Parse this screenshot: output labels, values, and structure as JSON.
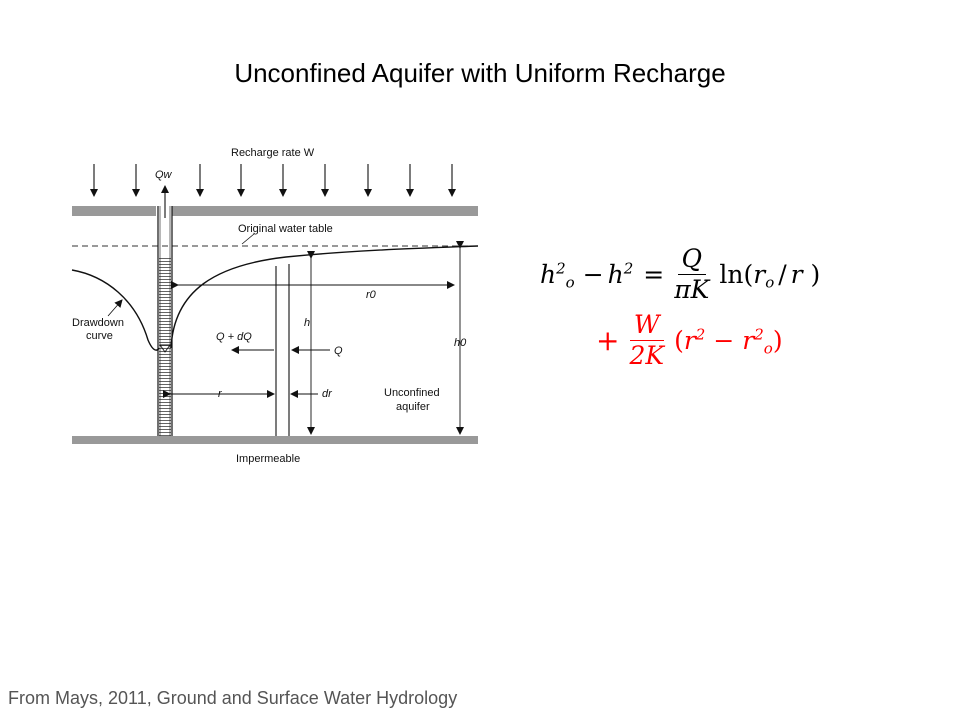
{
  "slide": {
    "title": "Unconfined Aquifer with Uniform Recharge",
    "caption": "From Mays, 2011, Ground and Surface Water Hydrology"
  },
  "figure": {
    "recharge_label": "Recharge rate W",
    "well_discharge_label": "Qw",
    "original_water_table_label": "Original water table",
    "r0_label": "r0",
    "drawdown_label_line1": "Drawdown",
    "drawdown_label_line2": "curve",
    "h_label": "h",
    "h0_label": "h0",
    "q_dq_label": "Q + dQ",
    "q_label": "Q",
    "r_label": "r",
    "dr_label": "dr",
    "aquifer_label_line1": "Unconfined",
    "aquifer_label_line2": "aquifer",
    "impermeable_label": "Impermeable"
  },
  "equation": {
    "line1": {
      "term1_base": "h",
      "term1_sub": "o",
      "term1_sup": "2",
      "minus": "−",
      "term2_base": "h",
      "term2_sup": "2",
      "equals": "=",
      "frac_num": "Q",
      "frac_den": "πK",
      "ln": "ln",
      "paren_open": "(",
      "r_base": "r",
      "r_sub": "o",
      "slash": "/",
      "r2": "r",
      "paren_close": " )"
    },
    "line2": {
      "plus": "+",
      "frac_num": "W",
      "frac_den": "2K",
      "paren_open": "(",
      "a_base": "r",
      "a_sup": "2",
      "minus": "−",
      "b_base": "r",
      "b_sub": "o",
      "b_sup": "2",
      "paren_close": ")"
    }
  },
  "colors": {
    "red_term": "#ff0000",
    "caption": "#555555",
    "ground": "#999999"
  }
}
